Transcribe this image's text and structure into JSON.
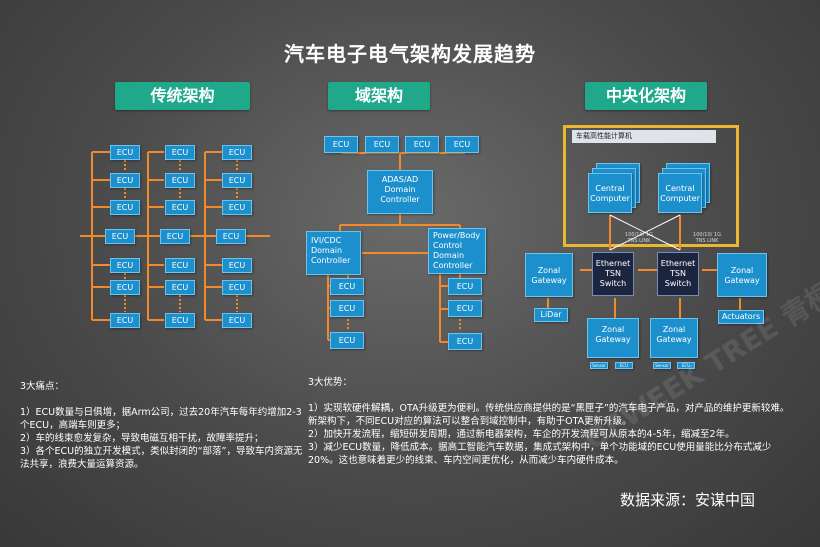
{
  "title": "汽车电子电气架构发展趋势",
  "headers": {
    "traditional": "传统架构",
    "domain": "域架构",
    "central": "中央化架构"
  },
  "traditional": {
    "ecu_label": "ECU"
  },
  "domain": {
    "ecu_label": "ECU",
    "adas": "ADAS/AD Domain Controller",
    "ivi": "IVI/CDC Domain Controller",
    "power": "Power/Body Control Domain Controller"
  },
  "central": {
    "platform": "车载高性能计算机",
    "central_computer": "Central Computer",
    "link": "100/10/ 1G TNS LINK",
    "ethernet": "Ethernet TSN Switch",
    "zonal": "Zonal Gateway",
    "lidar": "LiDar",
    "actuators": "Actuators",
    "sensor_a": "Sensor",
    "sensor_b": "ECU"
  },
  "notes": {
    "left_title": "3大痛点：",
    "left_items": [
      "1）ECU数量与日俱增，据Arm公司，过去20年汽车每年约增加2-3个ECU，高端车则更多；",
      "2）车的线束愈发复杂，导致电磁互相干扰，故障率提升；",
      "3）各个ECU的独立开发模式，类似封闭的“部落”，导致车内资源无法共享，浪费大量运算资源。"
    ],
    "right_title": "3大优势：",
    "right_items": [
      "1）实现软硬件解耦，OTA升级更为便利。传统供应商提供的是“黑匣子”的汽车电子产品，对产品的维护更新较难。新架构下，不同ECU对应的算法可以整合到域控制中，有助于OTA更新升级。",
      "2）加快开发流程，缩短研发周期，通过新电器架构，车企的开发流程可从原本的4-5年，缩减至2年。",
      "3）减少ECU数量，降低成本。据高工智能汽车数据，集成式架构中，单个功能域的ECU使用量能比分布式减少20%。这也意味着更少的线束、车内空间更优化，从而减少车内硬件成本。"
    ]
  },
  "source": "数据来源：安谋中国",
  "watermark": "OFWEEK TREE 青桐资本"
}
